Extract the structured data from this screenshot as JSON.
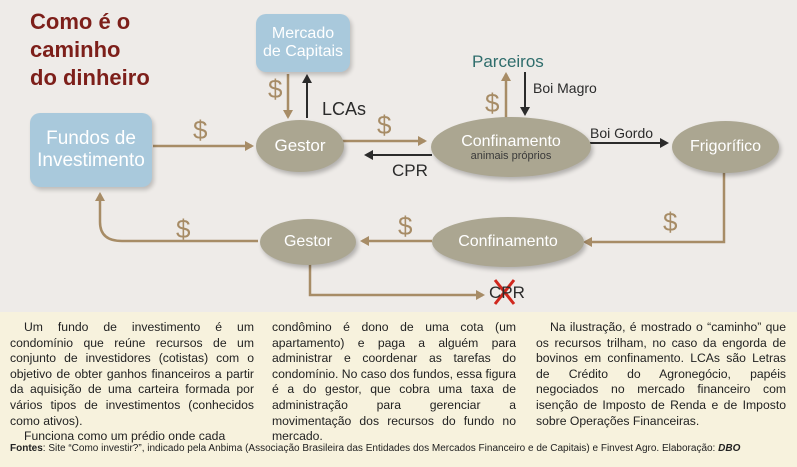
{
  "title": [
    "Como é o",
    "caminho",
    "do dinheiro"
  ],
  "nodes": {
    "mercado": [
      "Mercado",
      "de Capitais"
    ],
    "fundos": [
      "Fundos de",
      "Investimento"
    ],
    "gestor_top": "Gestor",
    "confinamento_top": "Confinamento",
    "confinamento_sub": "animais próprios",
    "frigorifico": "Frigorífico",
    "gestor_bottom": "Gestor",
    "confinamento_bottom": "Confinamento"
  },
  "labels": {
    "parceiros": "Parceiros",
    "boi_magro": "Boi Magro",
    "boi_gordo": "Boi Gordo",
    "lcas": "LCAs",
    "cpr": "CPR",
    "cpr_crossed": "CPR",
    "dollar": "$"
  },
  "colors": {
    "title": "#7d1f1a",
    "rect_node": "#a9c9dc",
    "oval_node": "#aba691",
    "arrow": "#a78c66",
    "arrow_dark": "#2b2b2b",
    "parceiros": "#2f6d6c",
    "cross": "#d0281e"
  },
  "text": {
    "col1": [
      "Um fundo de investimento é um condomínio que reúne recursos de um conjunto de investidores (cotistas) com o objetivo de obter ganhos financeiros a partir da aquisição de uma carteira formada por vários tipos de investimentos (conhecidos como ativos).",
      "Funciona como um prédio onde cada"
    ],
    "col2": [
      "condômino é dono de uma cota (um apartamento) e paga a alguém para administrar e coordenar as tarefas do condomínio. No caso dos fundos, essa figura é a do gestor, que cobra uma taxa de administração para gerenciar a movimentação dos recursos do fundo no mercado."
    ],
    "col3": [
      "Na ilustração, é mostrado o “caminho” que os recursos trilham, no caso da engorda de bovinos em confinamento. LCAs são Letras de Crédito do Agronegócio, papéis negociados no mercado financeiro com isenção de Imposto de Renda e de Imposto sobre Operações Financeiras."
    ]
  },
  "sources": {
    "label": "Fontes",
    "body": ": Site “Como investir?”, indicado pela Anbima (Associação Brasileira das Entidades dos Mercados Financeiro e de Capitais) e Finvest Agro. Elaboração: ",
    "author": "DBO"
  }
}
